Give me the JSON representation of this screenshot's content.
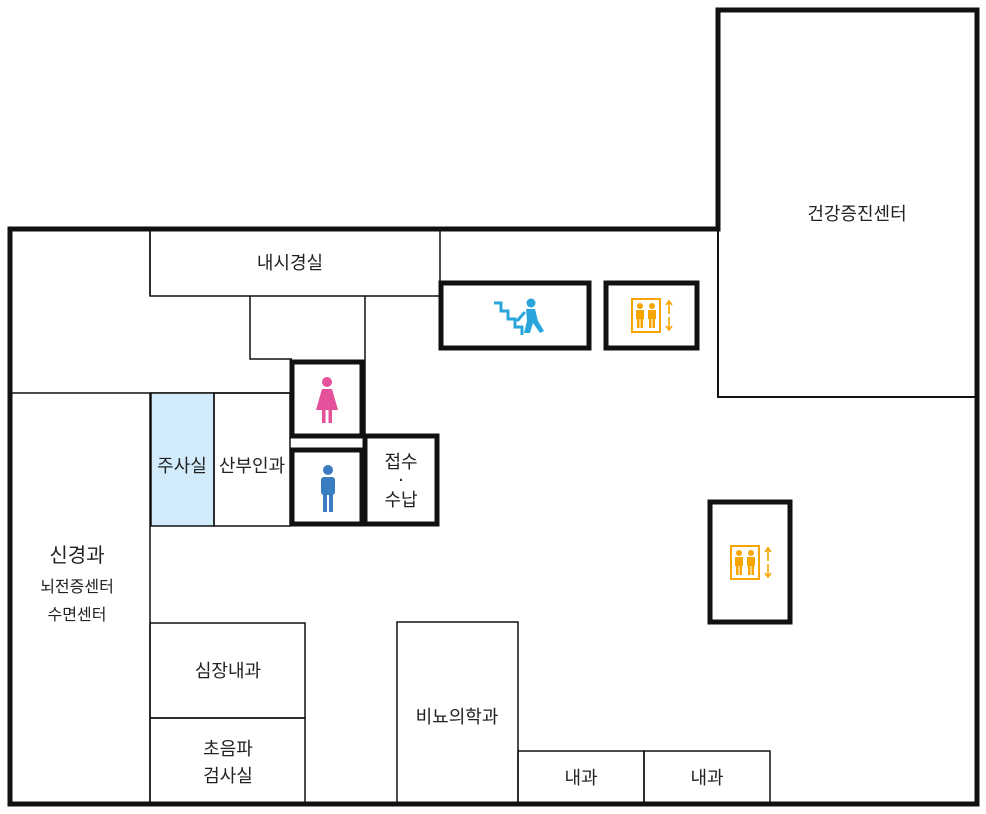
{
  "rooms": {
    "health_center": "건강증진센터",
    "endoscopy": "내시경실",
    "injection": "주사실",
    "obgyn": "산부인과",
    "reception": [
      "접수",
      "·",
      "수납"
    ],
    "neurology": [
      "신경과",
      "뇌전증센터",
      "수면센터"
    ],
    "cardiology": "심장내과",
    "ultrasound": [
      "초음파",
      "검사실"
    ],
    "urology": "비뇨의학과",
    "internal_1": "내과",
    "internal_2": "내과"
  },
  "icons": {
    "stairs": "stairs-icon",
    "elevator": "elevator-icon",
    "restroom_women": "restroom-women-icon",
    "restroom_men": "restroom-men-icon"
  },
  "colors": {
    "wall": "#111111",
    "stairs": "#2aa5dc",
    "elevator": "#f7a600",
    "women": "#e5509a",
    "men": "#3a7cc0",
    "injection_fill": "#d2ebfa"
  }
}
